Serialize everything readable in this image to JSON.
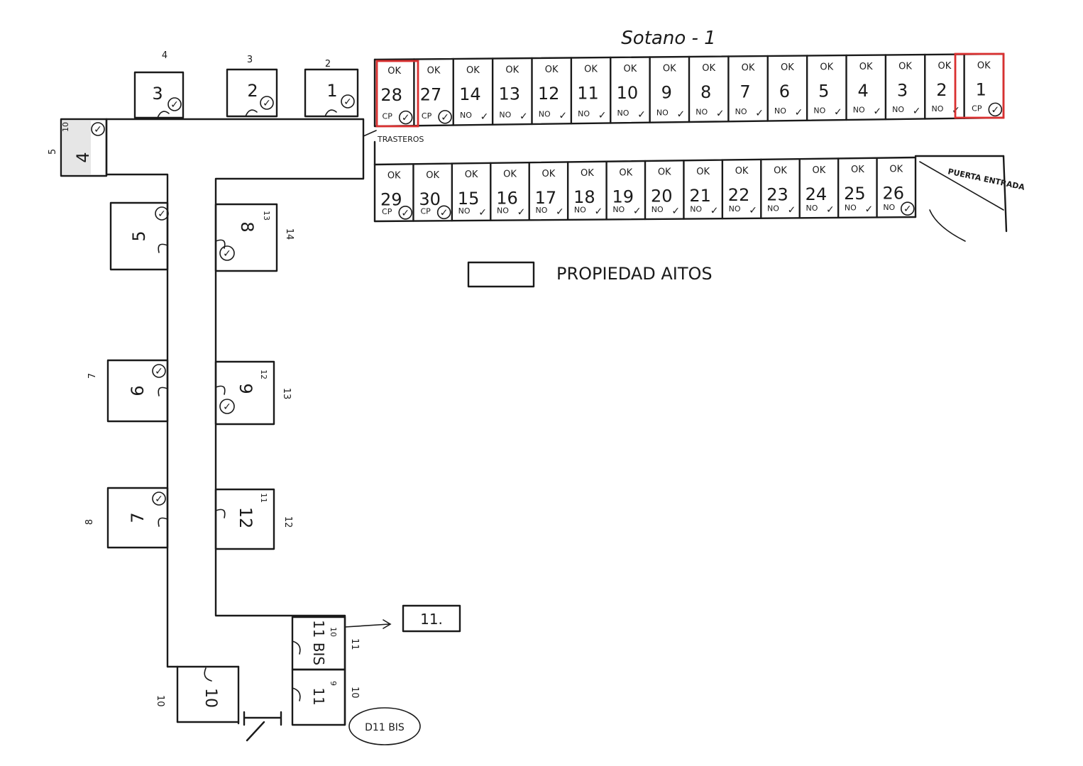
{
  "title": "Sotano - 1",
  "legend": {
    "label": "PROPIEDAD AITOS",
    "highlight_color": "#d93030"
  },
  "labels": {
    "trasteros": "TRASTEROS",
    "puerta_entrada": "PUERTA ENTRADA",
    "box_11": "11.",
    "d11_bis": "D11 BIS"
  },
  "top_row": [
    {
      "num": "28",
      "mark": "OK",
      "note": "CP",
      "check": "✓",
      "owned": true
    },
    {
      "num": "27",
      "mark": "OK",
      "note": "CP",
      "check": "✓",
      "owned": false
    },
    {
      "num": "14",
      "mark": "OK",
      "note": "NO",
      "check": "✓",
      "owned": false
    },
    {
      "num": "13",
      "mark": "OK",
      "note": "NO",
      "check": "✓",
      "owned": false
    },
    {
      "num": "12",
      "mark": "OK",
      "note": "NO",
      "check": "✓",
      "owned": false
    },
    {
      "num": "11",
      "mark": "OK",
      "note": "NO",
      "check": "✓",
      "owned": false
    },
    {
      "num": "10",
      "mark": "OK",
      "note": "NO",
      "check": "✓",
      "owned": false
    },
    {
      "num": "9",
      "mark": "OK",
      "note": "NO",
      "check": "✓",
      "owned": false
    },
    {
      "num": "8",
      "mark": "OK",
      "note": "NO",
      "check": "✓",
      "owned": false
    },
    {
      "num": "7",
      "mark": "OK",
      "note": "NO",
      "check": "✓",
      "owned": false
    },
    {
      "num": "6",
      "mark": "OK",
      "note": "NO",
      "check": "✓",
      "owned": false
    },
    {
      "num": "5",
      "mark": "OK",
      "note": "NO",
      "check": "✓",
      "owned": false
    },
    {
      "num": "4",
      "mark": "OK",
      "note": "NO",
      "check": "✓",
      "owned": false
    },
    {
      "num": "3",
      "mark": "OK",
      "note": "NO",
      "check": "✓",
      "owned": false
    },
    {
      "num": "2",
      "mark": "OK",
      "note": "NO",
      "check": "✓",
      "owned": false
    },
    {
      "num": "1",
      "mark": "OK",
      "note": "CP",
      "check": "✓",
      "owned": true
    }
  ],
  "bottom_row": [
    {
      "num": "29",
      "mark": "OK",
      "note": "CP",
      "check": "✓"
    },
    {
      "num": "30",
      "mark": "OK",
      "note": "CP",
      "check": "✓"
    },
    {
      "num": "15",
      "mark": "OK",
      "note": "NO",
      "check": "✓"
    },
    {
      "num": "16",
      "mark": "OK",
      "note": "NO",
      "check": "✓"
    },
    {
      "num": "17",
      "mark": "OK",
      "note": "NO",
      "check": "✓"
    },
    {
      "num": "18",
      "mark": "OK",
      "note": "NO",
      "check": "✓"
    },
    {
      "num": "19",
      "mark": "OK",
      "note": "NO",
      "check": "✓"
    },
    {
      "num": "20",
      "mark": "OK",
      "note": "NO",
      "check": "✓"
    },
    {
      "num": "21",
      "mark": "OK",
      "note": "NO",
      "check": "✓"
    },
    {
      "num": "22",
      "mark": "OK",
      "note": "NO",
      "check": "✓"
    },
    {
      "num": "23",
      "mark": "OK",
      "note": "NO",
      "check": "✓"
    },
    {
      "num": "24",
      "mark": "OK",
      "note": "NO",
      "check": "✓"
    },
    {
      "num": "25",
      "mark": "OK",
      "note": "NO",
      "check": "✓"
    },
    {
      "num": "26",
      "mark": "OK",
      "note": "NO",
      "check": "✓"
    }
  ],
  "upper_rooms": [
    {
      "num": "3",
      "outside": "4",
      "check": "✓"
    },
    {
      "num": "2",
      "outside": "3",
      "check": "✓"
    },
    {
      "num": "1",
      "outside": "2",
      "check": "✓"
    }
  ],
  "room_4": {
    "num": "4",
    "outside": "5",
    "note": "10",
    "check": "✓"
  },
  "left_rooms": [
    {
      "num": "5",
      "outside": "",
      "check": "✓"
    },
    {
      "num": "6",
      "outside": "7",
      "check": "✓"
    },
    {
      "num": "7",
      "outside": "8",
      "check": "✓"
    }
  ],
  "right_rooms": [
    {
      "num": "8",
      "prev": "13",
      "outside": "14",
      "check": "✓"
    },
    {
      "num": "9",
      "prev": "12",
      "outside": "13",
      "check": "✓"
    },
    {
      "num": "12",
      "prev": "11",
      "outside": "12",
      "check": "✓"
    }
  ],
  "bottom_rooms": [
    {
      "num": "11 BIS",
      "outside": "11",
      "note": "10"
    },
    {
      "num": "11",
      "outside": "10",
      "note": "9"
    },
    {
      "num": "10",
      "outside": "10"
    }
  ]
}
